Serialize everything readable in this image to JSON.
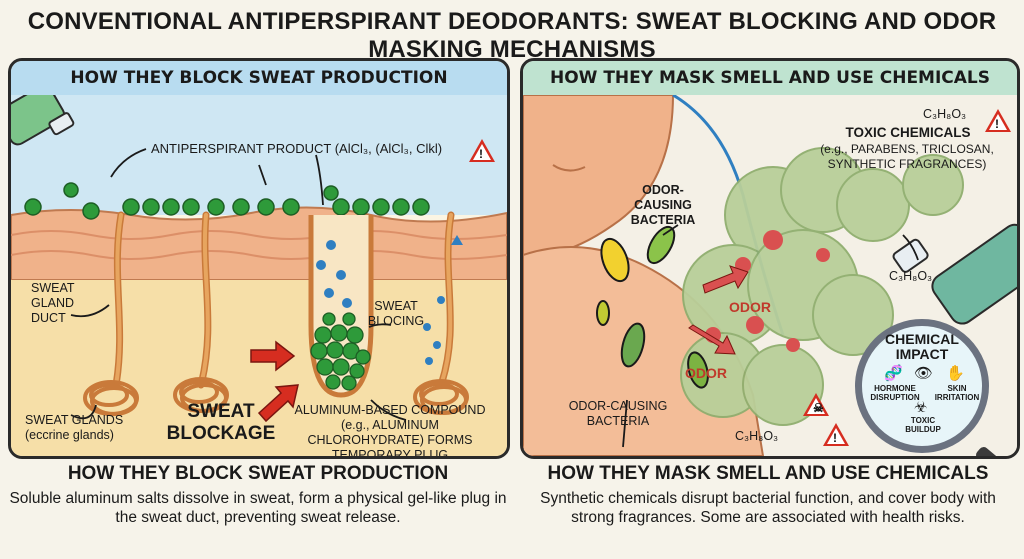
{
  "title": "CONVENTIONAL ANTIPERSPIRANT DEODORANTS: SWEAT BLOCKING AND ODOR MASKING MECHANISMS",
  "left_panel": {
    "heading": "HOW THEY BLOCK SWEAT PRODUCTION",
    "product_label": "ANTIPERSPIRANT PRODUCT (AlCl₃, (AlCl₃, Clkl)",
    "duct_label": "SWEAT GLAND DUCT",
    "blocking_label": "SWEAT BLOCING",
    "glands_label": "SWEAT GLANDS (eccrine glands)",
    "blockage_label": "SWEAT BLOCKAGE",
    "compound_label": "ALUMINUM-BASED COMPOUND (e.g., ALUMINUM CHLOROHYDRATE) FORMS TEMPORARY PLUG",
    "warning_icon": "warning-triangle-icon"
  },
  "right_panel": {
    "heading": "HOW THEY MASK SMELL AND USE CHEMICALS",
    "bacteria_top_label": "ODOR-CAUSING BACTERIA",
    "bacteria_bottom_label": "ODOR-CAUSING BACTERIA",
    "toxic_label": "TOXIC CHEMICALS",
    "toxic_examples": "(e.g., PARABENS, TRICLOSAN, SYNTHETIC FRAGRANCES)",
    "formula": "C₃H₈O₃",
    "odor_label": "ODOR",
    "impact_title": "CHEMICAL IMPACT",
    "impact_items": [
      "HORMONE DISRUPTION",
      "SKIN IRRITATION",
      "TOXIC BUILDUP"
    ],
    "icons": [
      "dna-icon",
      "eye-icon",
      "skin-icon",
      "biohazard-icon",
      "skull-warning-icon"
    ]
  },
  "bottom_left": {
    "heading": "HOW THEY BLOCK SWEAT PRODUCTION",
    "body": "Soluble aluminum salts dissolve in sweat, form a physical gel-like plug in the sweat duct, preventing sweat release."
  },
  "bottom_right": {
    "heading": "HOW THEY MASK SMELL AND USE CHEMICALS",
    "body": "Synthetic chemicals disrupt bacterial function, and cover body with strong fragrances. Some are associated with health risks."
  },
  "colors": {
    "sky": "#b8dcf0",
    "skin": "#f0b28a",
    "duct": "#e7a55f",
    "aluminum_particle": "#2e9a3a",
    "sweat_drop": "#2f7fc1",
    "odor_cloud": "#b9cf9a",
    "odor_red": "#d95050",
    "warning": "#d62d20"
  }
}
